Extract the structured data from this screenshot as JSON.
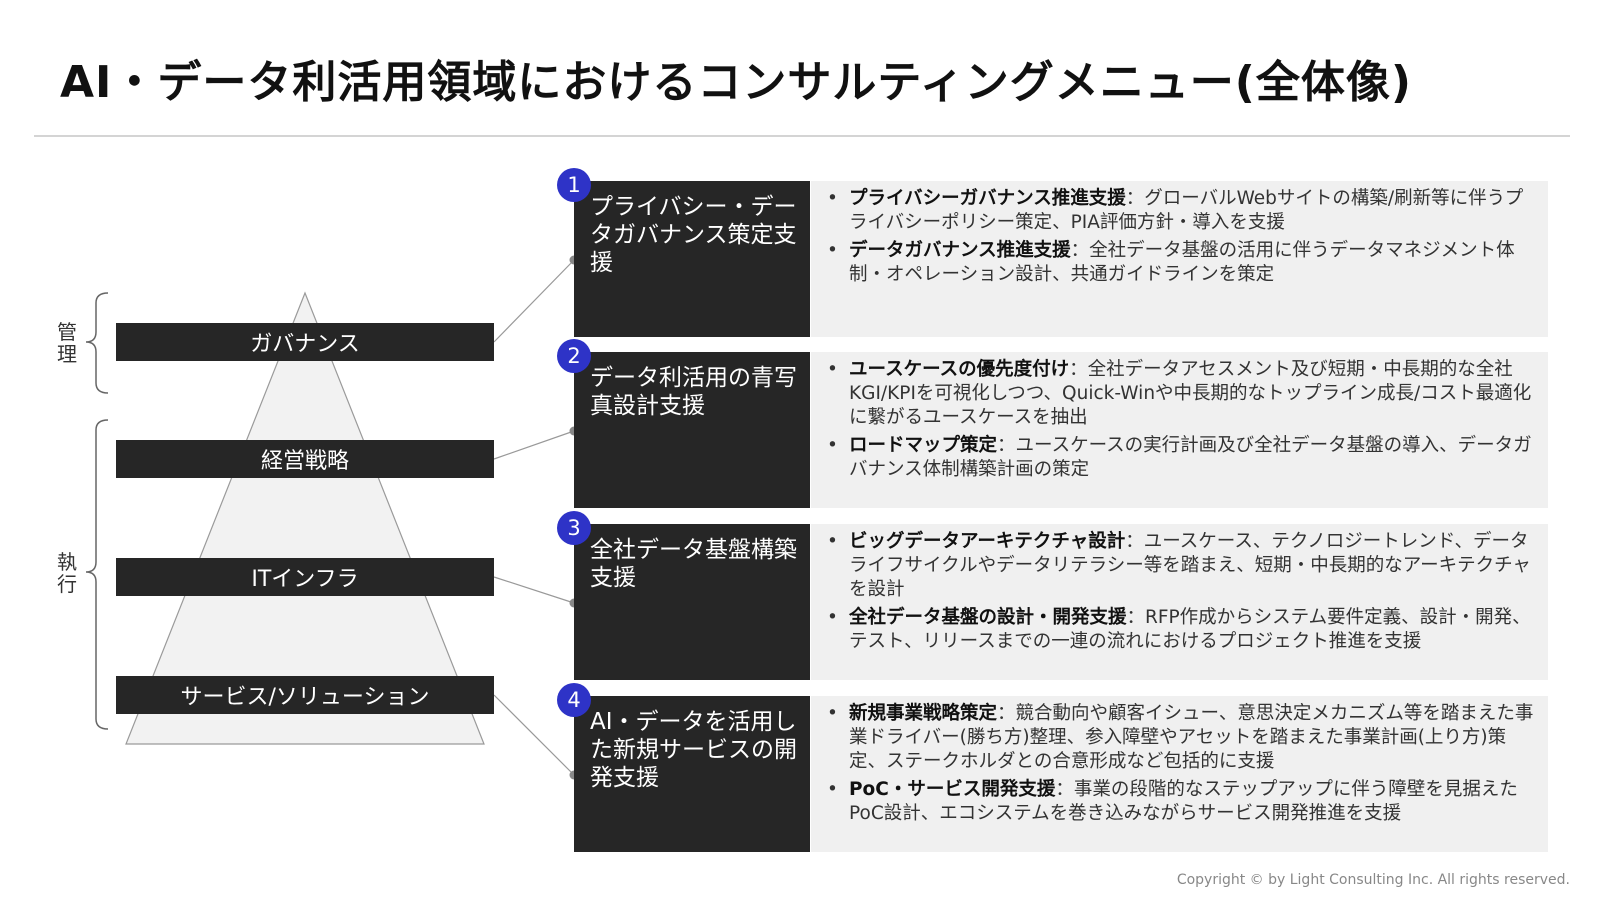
{
  "title": "AI・データ利活用領域におけるコンサルティングメニュー(全体像)",
  "pyramid": {
    "layers": [
      "ガバナンス",
      "経営戦略",
      "ITインフラ",
      "サービス/ソリューション"
    ],
    "groups": [
      "管理",
      "執行"
    ]
  },
  "menus": [
    {
      "number": "1",
      "name": "プライバシー・データガバナンス策定支援",
      "items": [
        {
          "term": "プライバシーガバナンス推進支援",
          "sep": "：",
          "text": "グローバルWebサイトの構築/刷新等に伴うプライバシーポリシー策定、PIA評価方針・導入を支援"
        },
        {
          "term": "データガバナンス推進支援",
          "sep": "：",
          "text": "全社データ基盤の活用に伴うデータマネジメント体制・オペレーション設計、共通ガイドラインを策定"
        }
      ]
    },
    {
      "number": "2",
      "name": "データ利活用の青写真設計支援",
      "items": [
        {
          "term": "ユースケースの優先度付け",
          "sep": "：",
          "text": "全社データアセスメント及び短期・中長期的な全社KGI/KPIを可視化しつつ、Quick-Winや中長期的なトップライン成長/コスト最適化に繋がるユースケースを抽出"
        },
        {
          "term": "ロードマップ策定",
          "sep": "：",
          "text": "ユースケースの実行計画及び全社データ基盤の導入、データガバナンス体制構築計画の策定"
        }
      ]
    },
    {
      "number": "3",
      "name": "全社データ基盤構築支援",
      "items": [
        {
          "term": "ビッグデータアーキテクチャ設計",
          "sep": "：",
          "text": "ユースケース、テクノロジートレンド、データライフサイクルやデータリテラシー等を踏まえ、短期・中長期的なアーキテクチャを設計"
        },
        {
          "term": "全社データ基盤の設計・開発支援",
          "sep": "：",
          "text": "RFP作成からシステム要件定義、設計・開発、テスト、リリースまでの一連の流れにおけるプロジェクト推進を支援"
        }
      ]
    },
    {
      "number": "4",
      "name": "AI・データを活用した新規サービスの開発支援",
      "items": [
        {
          "term": "新規事業戦略策定",
          "sep": "：",
          "text": "競合動向や顧客イシュー、意思決定メカニズム等を踏まえた事業ドライバー(勝ち方)整理、参入障壁やアセットを踏まえた事業計画(上り方)策定、ステークホルダとの合意形成など包括的に支援"
        },
        {
          "term": "PoC・サービス開発支援",
          "sep": "：",
          "text": "事業の段階的なステップアップに伴う障壁を見据えたPoC設計、エコシステムを巻き込みながらサービス開発推進を支援"
        }
      ]
    }
  ],
  "copyright": "Copyright © by Light Consulting Inc. All rights reserved."
}
